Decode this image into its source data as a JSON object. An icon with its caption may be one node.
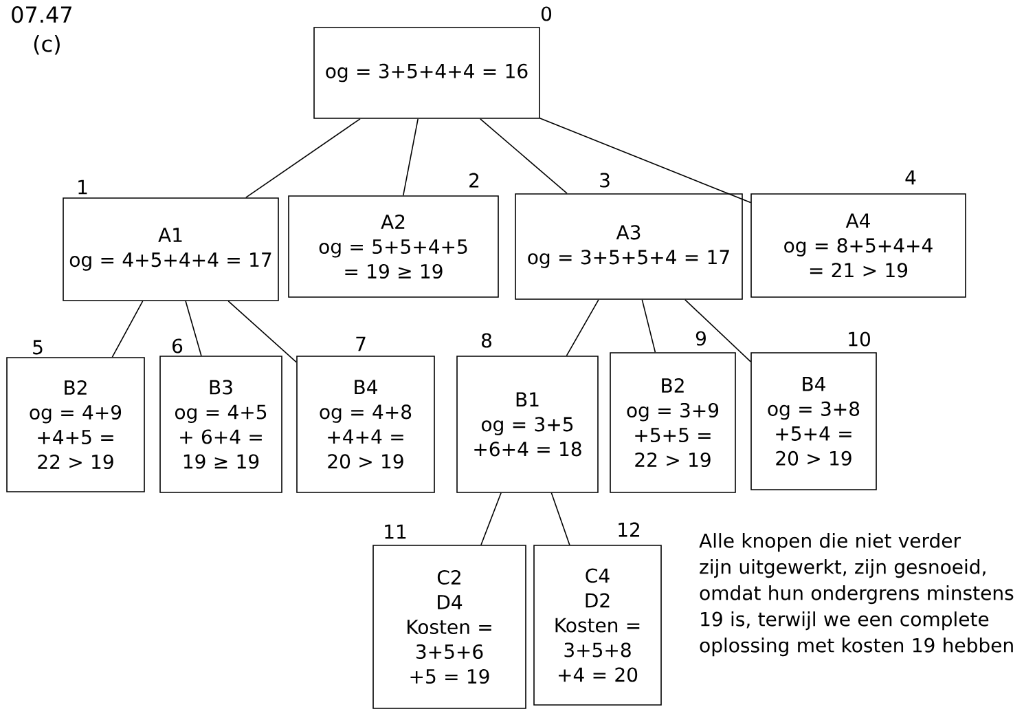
{
  "diagram": {
    "nodes": [
      {
        "text": [
          "og = 3+5+4+4 = 16"
        ],
        "beside": [
          "0"
        ]
      },
      {
        "text": [
          "A1",
          "og = 4+5+4+4 = 17"
        ],
        "beside": [
          "1"
        ]
      },
      {
        "text": [
          "A2",
          "og = 5+5+4+5 = 19 ≥ 19"
        ],
        "beside": [
          "2"
        ]
      },
      {
        "text": [
          "A3",
          "og = 3+5+5+4 = 17"
        ],
        "beside": [
          "3"
        ]
      },
      {
        "text": [
          "A4",
          "og = 8+5+4+4 = 21 > 19"
        ],
        "beside": [
          "4"
        ]
      },
      {
        "text": [
          "B2",
          "og = 4+9 +4+5 = 22 > 19"
        ],
        "beside": [
          "5"
        ]
      },
      {
        "text": [
          "B3",
          "og = 4+5 + 6+4 = 19 ≥ 19"
        ],
        "beside": [
          "6"
        ]
      },
      {
        "text": [
          "B4",
          "og = 4+8 +4+4 = 20 > 19"
        ],
        "beside": [
          "7"
        ]
      },
      {
        "text": [
          "B1",
          "og = 3+5 +6+4 = 18"
        ],
        "beside": [
          "8"
        ]
      },
      {
        "text": [
          "B2",
          "og = 3+9 +5+5 = 22 > 19"
        ],
        "beside": [
          "9"
        ]
      },
      {
        "text": [
          "B4",
          "og = 3+8 +5+4 = 20 > 19"
        ],
        "beside": [
          "10"
        ]
      },
      {
        "text": [
          "C2",
          "D4",
          "Kosten = 3+5+6 +5 = 19"
        ],
        "beside": [
          "11"
        ]
      },
      {
        "text": [
          "C4",
          "D2",
          "Kosten = 3+5+8 +4 = 20"
        ],
        "beside": [
          "12"
        ]
      }
    ],
    "edges": [
      {
        "from": 0,
        "to": 1,
        "arrow": "none"
      },
      {
        "from": 0,
        "to": 2,
        "arrow": "none"
      },
      {
        "from": 0,
        "to": 3,
        "arrow": "none"
      },
      {
        "from": 0,
        "to": 4,
        "arrow": "none"
      },
      {
        "from": 1,
        "to": 5,
        "arrow": "none"
      },
      {
        "from": 1,
        "to": 6,
        "arrow": "none"
      },
      {
        "from": 1,
        "to": 7,
        "arrow": "none"
      },
      {
        "from": 3,
        "to": 8,
        "arrow": "none"
      },
      {
        "from": 3,
        "to": 9,
        "arrow": "none"
      },
      {
        "from": 3,
        "to": 10,
        "arrow": "none"
      },
      {
        "from": 8,
        "to": 11,
        "arrow": "none"
      },
      {
        "from": 8,
        "to": 12,
        "arrow": "none"
      }
    ],
    "labels": [
      "07.47",
      "(c)",
      "Alle knopen die niet verder zijn uitgewerkt, zijn gesnoeid, omdat hun ondergrens minstens 19 is, terwijl we een complete oplossing met kosten 19 hebben"
    ]
  }
}
